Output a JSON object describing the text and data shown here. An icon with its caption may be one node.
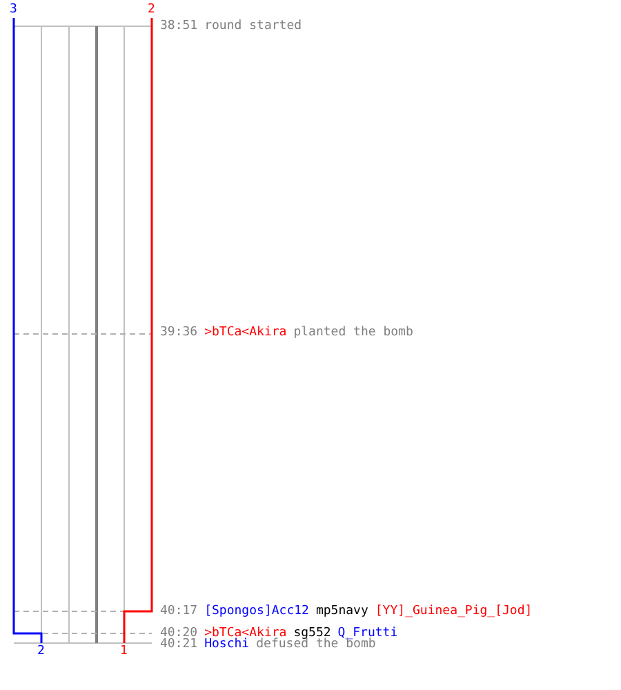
{
  "diagram": {
    "labels": [
      "3",
      "2",
      "38:51",
      "round started",
      "39:36",
      ">bTCa<Akira",
      "planted the bomb",
      "40:17",
      "[Spongos]Acc12",
      "mp5navy",
      "[YY]_Guinea_Pig_[Jod]",
      "40:20",
      ">bTCa<Akira",
      "sg552",
      "Q_Frutti",
      "2",
      "1",
      "40:21",
      "Hoschi",
      "defused the bomb"
    ]
  }
}
